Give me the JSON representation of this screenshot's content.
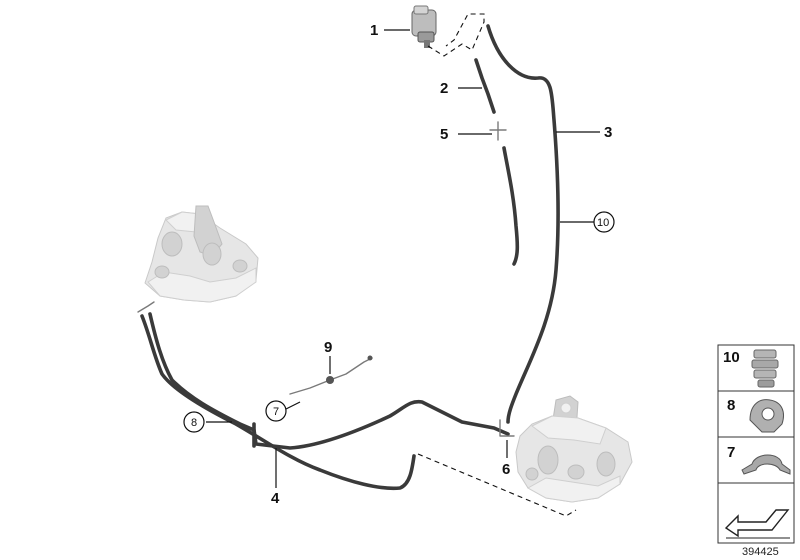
{
  "callouts": {
    "c1": "1",
    "c2": "2",
    "c3": "3",
    "c4": "4",
    "c5": "5",
    "c6": "6",
    "c7": "7",
    "c8": "8",
    "c9": "9",
    "c10": "10"
  },
  "legend": {
    "items": [
      {
        "number": "10",
        "icon": "hose-clamp-cluster-icon"
      },
      {
        "number": "8",
        "icon": "clip-holder-icon"
      },
      {
        "number": "7",
        "icon": "bracket-clamp-icon"
      },
      {
        "number": "",
        "icon": "arrow-symbol-icon"
      }
    ]
  },
  "diagram_id": "394425"
}
